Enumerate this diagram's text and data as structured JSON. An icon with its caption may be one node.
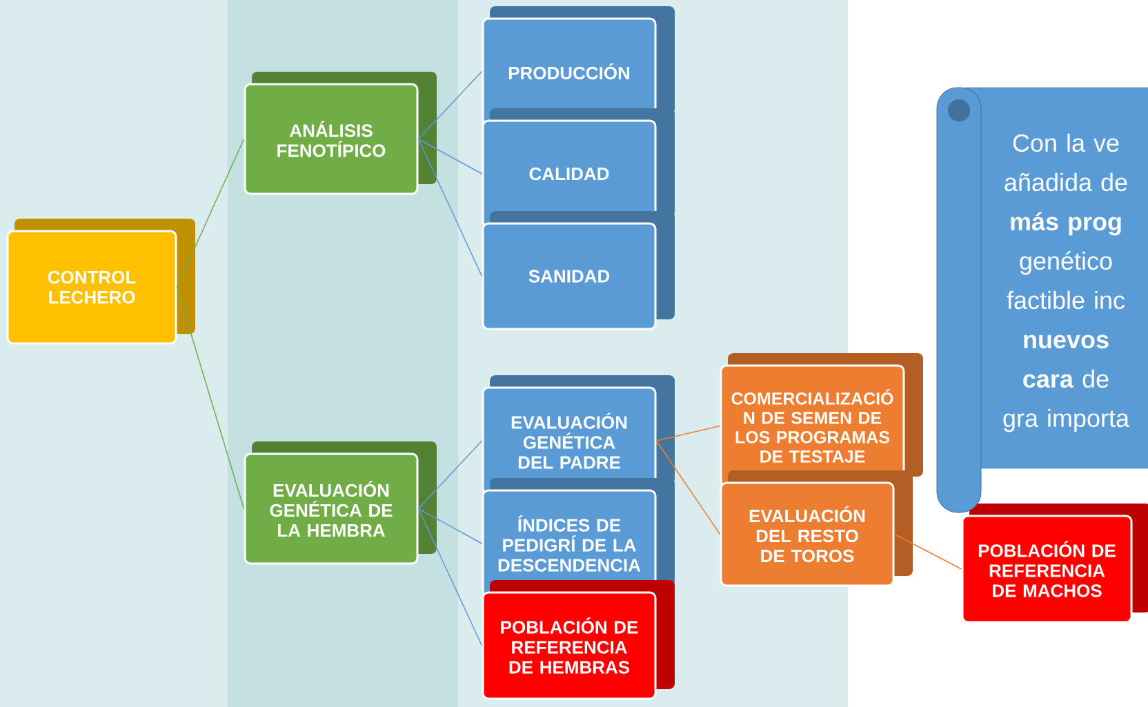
{
  "diagram": {
    "nodes": [
      {
        "text": [
          "CONTROL LECHERO"
        ]
      },
      {
        "text": [
          "ANÁLISIS FENOTÍPICO"
        ]
      },
      {
        "text": [
          "EVALUACIÓN GENÉTICA DE LA HEMBRA"
        ]
      },
      {
        "text": [
          "PRODUCCIÓN"
        ]
      },
      {
        "text": [
          "CALIDAD"
        ]
      },
      {
        "text": [
          "SANIDAD"
        ]
      },
      {
        "text": [
          "EVALUACIÓN GENÉTICA DEL PADRE"
        ]
      },
      {
        "text": [
          "ÍNDICES DE PEDIGRÍ DE LA DESCENDENCIA"
        ]
      },
      {
        "text": [
          "POBLACIÓN DE REFERENCIA DE HEMBRAS"
        ]
      },
      {
        "text": [
          "COMERCIALIZACIÓ N DE SEMEN DE LOS PROGRAMAS DE TESTAJE"
        ]
      },
      {
        "text": [
          "EVALUACIÓN DEL RESTO DE TOROS"
        ]
      },
      {
        "text": [
          "POBLACIÓN DE REFERENCIA DE MACHOS"
        ]
      },
      {
        "text": [
          "Con la ve añadida de **más prog** genético factible inc **nuevos cara** de gra importa"
        ]
      }
    ],
    "edges": [
      {
        "from": 0,
        "to": 1,
        "arrow": "none",
        "color": "#70ad47"
      },
      {
        "from": 0,
        "to": 2,
        "arrow": "none",
        "color": "#70ad47"
      },
      {
        "from": 1,
        "to": 3,
        "arrow": "none"
      },
      {
        "from": 1,
        "to": 4,
        "arrow": "none"
      },
      {
        "from": 1,
        "to": 5,
        "arrow": "none"
      },
      {
        "from": 2,
        "to": 6,
        "arrow": "none"
      },
      {
        "from": 2,
        "to": 7,
        "arrow": "none"
      },
      {
        "from": 2,
        "to": 8,
        "arrow": "none"
      },
      {
        "from": 6,
        "to": 9,
        "arrow": "none",
        "color": "#ed7d31"
      },
      {
        "from": 6,
        "to": 10,
        "arrow": "none",
        "color": "#ed7d31"
      },
      {
        "from": 10,
        "to": 11,
        "arrow": "none",
        "color": "#ed7d31"
      }
    ]
  }
}
